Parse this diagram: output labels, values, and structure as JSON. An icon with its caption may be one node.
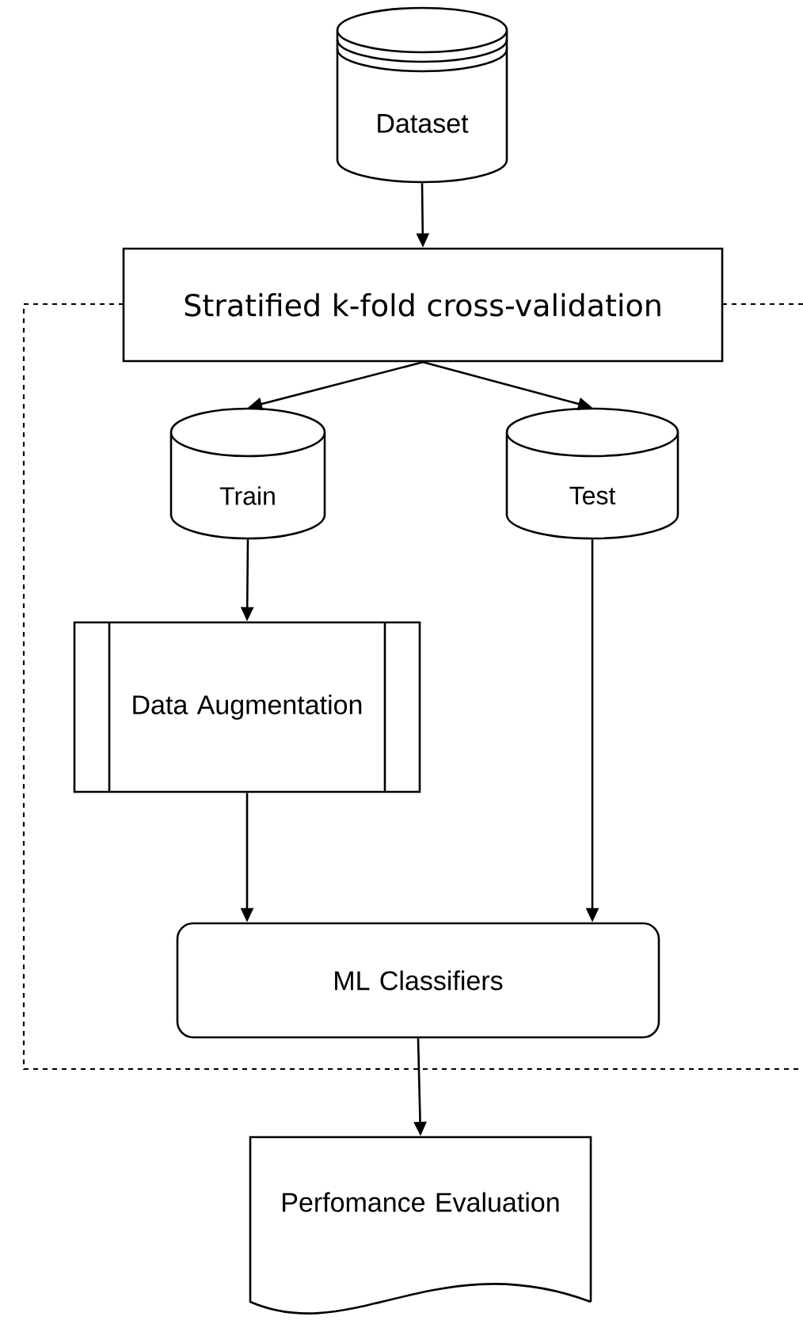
{
  "diagram": {
    "nodes": [
      {
        "text": [
          "Dataset"
        ]
      },
      {
        "text": [
          "Stratified k-fold cross-validation"
        ]
      },
      {
        "text": [
          "Train"
        ]
      },
      {
        "text": [
          "Test"
        ]
      },
      {
        "text": [
          "Data Augmentation"
        ]
      },
      {
        "text": [
          "ML Classifiers"
        ]
      },
      {
        "text": [
          "Perfomance Evaluation"
        ]
      }
    ],
    "edges": [
      {
        "from": 0,
        "to": 1,
        "arrow": "to"
      },
      {
        "from": 1,
        "to": 2,
        "arrow": "to"
      },
      {
        "from": 1,
        "to": 3,
        "arrow": "to"
      },
      {
        "from": 2,
        "to": 4,
        "arrow": "to"
      },
      {
        "from": 4,
        "to": 5,
        "arrow": "to"
      },
      {
        "from": 3,
        "to": 5,
        "arrow": "to"
      },
      {
        "from": 5,
        "to": 6,
        "arrow": "to"
      }
    ]
  }
}
